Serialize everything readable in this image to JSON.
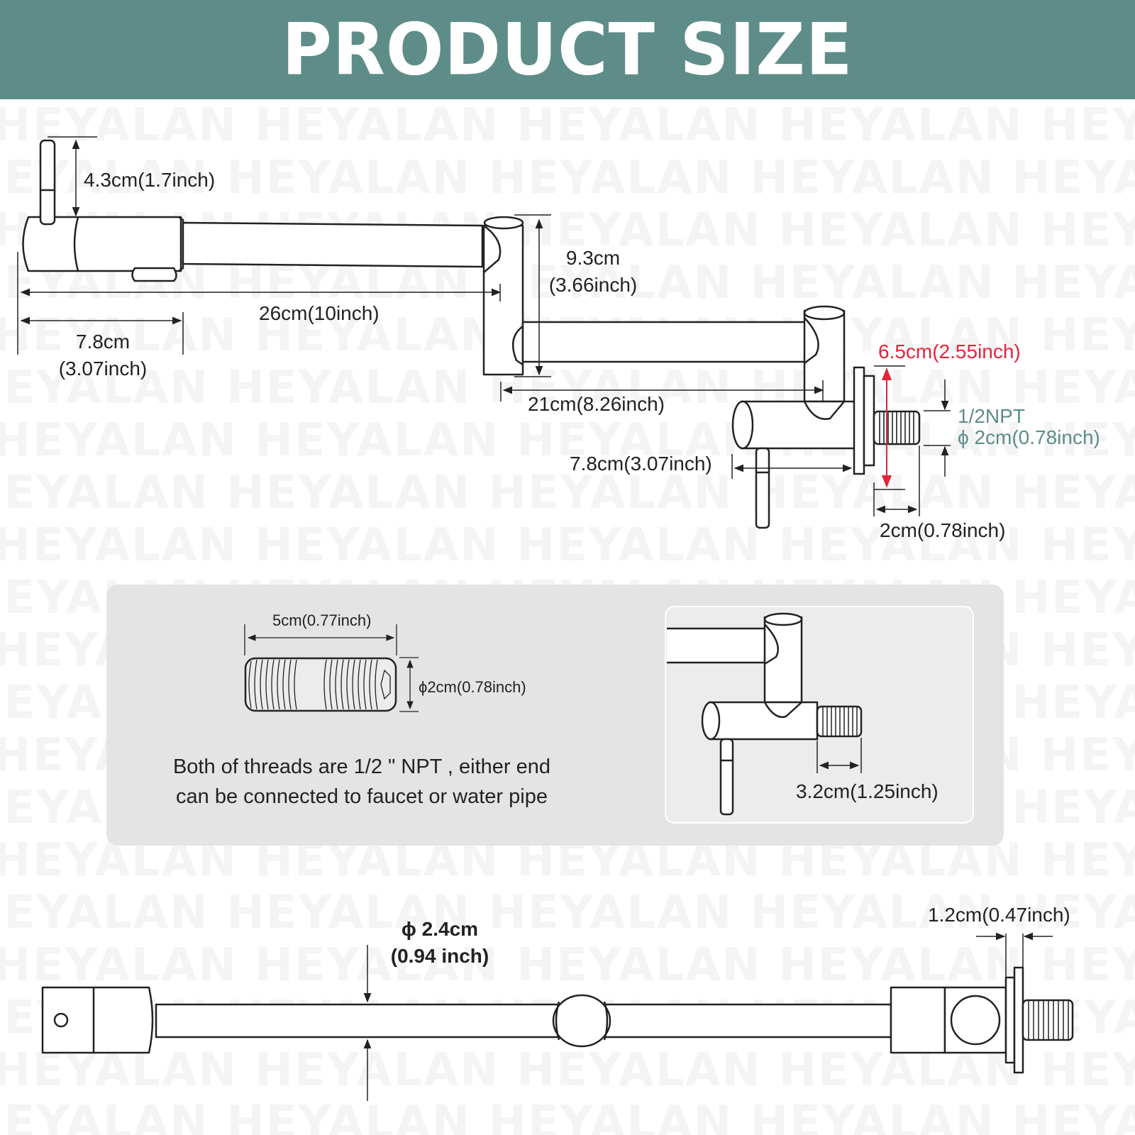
{
  "header": {
    "title": "PRODUCT SIZE",
    "background_color": "#5e8d89",
    "text_color": "#ffffff"
  },
  "watermark": {
    "text": "HEYALAN",
    "color": "#f4f4f4"
  },
  "accent_colors": {
    "red": "#e3253b",
    "teal": "#5e8d89"
  },
  "top_diagram": {
    "handle_height": "4.3cm(1.7inch)",
    "arm_length": "26cm(10inch)",
    "body_length_value": "7.8cm",
    "body_length_inch": "(3.07inch)",
    "joint_height_value": "9.3cm",
    "joint_height_inch": "(3.66inch)",
    "second_arm_length": "21cm(8.26inch)",
    "valve_length": "7.8cm(3.07inch)",
    "flange_height": "6.5cm(2.55inch)",
    "thread_type": "1/2NPT",
    "thread_diameter": "ϕ 2cm(0.78inch)",
    "thread_length": "2cm(0.78inch)"
  },
  "note_panel": {
    "nipple_length": "5cm(0.77inch)",
    "nipple_diameter": "ϕ2cm(0.78inch)",
    "note_line1": "Both of threads are 1/2 \" NPT , either end",
    "note_line2": "can be connected to faucet or water pipe",
    "inset_thread_length": "3.2cm(1.25inch)"
  },
  "bottom_diagram": {
    "pipe_diameter_value": "ϕ 2.4cm",
    "pipe_diameter_inch": "(0.94 inch)",
    "flange_thickness": "1.2cm(0.47inch)"
  }
}
